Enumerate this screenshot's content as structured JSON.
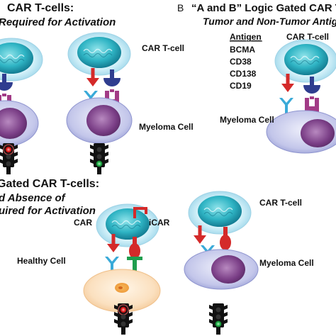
{
  "panel_a": {
    "title_line1": "CAR T-cells:",
    "title_line2": "Required for Activation",
    "car_t_cell_label": "CAR T-cell",
    "myeloma_cell_label": "Myeloma Cell"
  },
  "panel_b": {
    "letter": "B",
    "title_line1": "“A and B” Logic Gated CAR T",
    "title_line2": "Tumor and Non-Tumor Antig",
    "antigen_heading": "Antigen",
    "antigens": [
      "BCMA",
      "CD38",
      "CD138",
      "CD19"
    ],
    "car_t_cell_label": "CAR T-cell",
    "myeloma_cell_label": "Myeloma Cell"
  },
  "panel_c": {
    "title_line1": "Gated CAR T-cells:",
    "title_line2": "d Absence of",
    "title_line3": "uired for Activation",
    "car_label": "CAR",
    "icar_label": "iCAR",
    "car_t_cell_label": "CAR T-cell",
    "healthy_cell_label": "Healthy Cell",
    "myeloma_cell_label": "Myeloma Cell"
  },
  "colors": {
    "car_receptor": "#2f3d8f",
    "car_stalk": "#a23b86",
    "activating_arrow": "#d42a2a",
    "tumor_antigen": "#3aaad8",
    "healthy_antigen": "#1f9e4e",
    "nucleus": "#2fb4c4",
    "myeloma_nucleus": "#7a3e86",
    "light_red": "#e22222",
    "light_green": "#22b24a"
  },
  "icons": {
    "traffic_light_red": "traffic-light-red-icon",
    "traffic_light_green": "traffic-light-green-icon"
  }
}
